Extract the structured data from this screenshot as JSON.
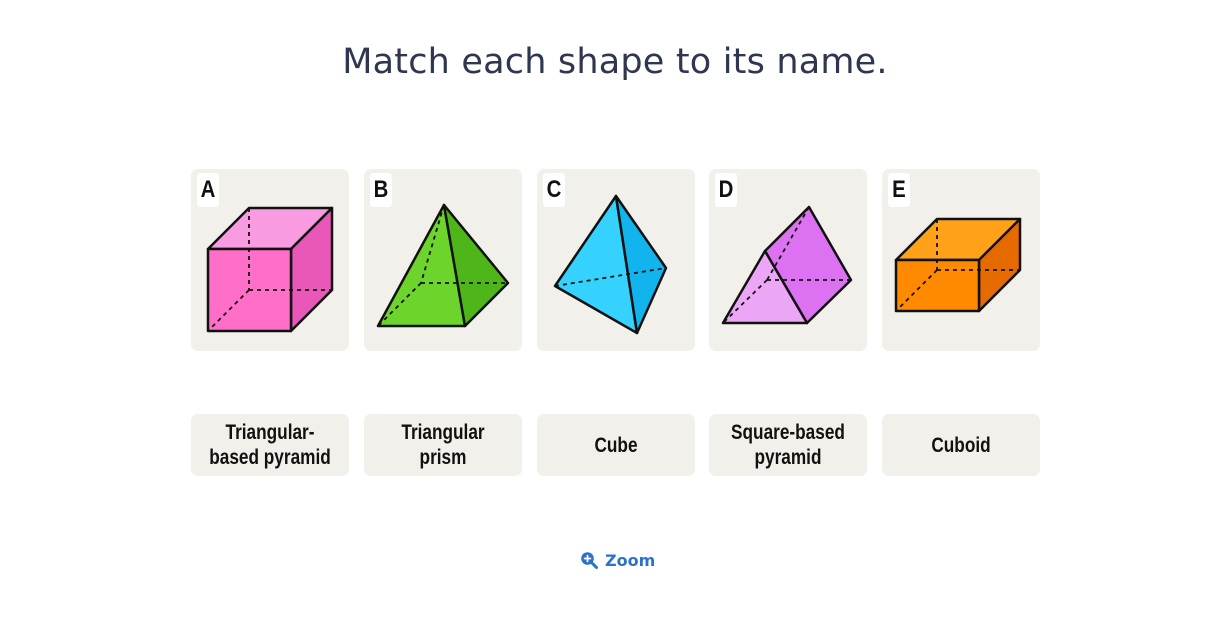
{
  "prompt": {
    "title": "Match each shape to its name."
  },
  "shapes": [
    {
      "letter": "A",
      "icon": "cube-icon",
      "color": "#ff6ec7"
    },
    {
      "letter": "B",
      "icon": "square-based-pyramid-icon",
      "color": "#6cd42a"
    },
    {
      "letter": "C",
      "icon": "triangular-based-pyramid-icon",
      "color": "#33ccff"
    },
    {
      "letter": "D",
      "icon": "triangular-prism-icon",
      "color": "#e07ff0"
    },
    {
      "letter": "E",
      "icon": "cuboid-icon",
      "color": "#ff8a00"
    }
  ],
  "names": [
    {
      "label": "Triangular-based pyramid"
    },
    {
      "label": "Triangular prism"
    },
    {
      "label": "Cube"
    },
    {
      "label": "Square-based pyramid"
    },
    {
      "label": "Cuboid"
    }
  ],
  "zoom": {
    "label": "Zoom",
    "icon": "zoom-in-icon",
    "color": "#2b72c9"
  }
}
